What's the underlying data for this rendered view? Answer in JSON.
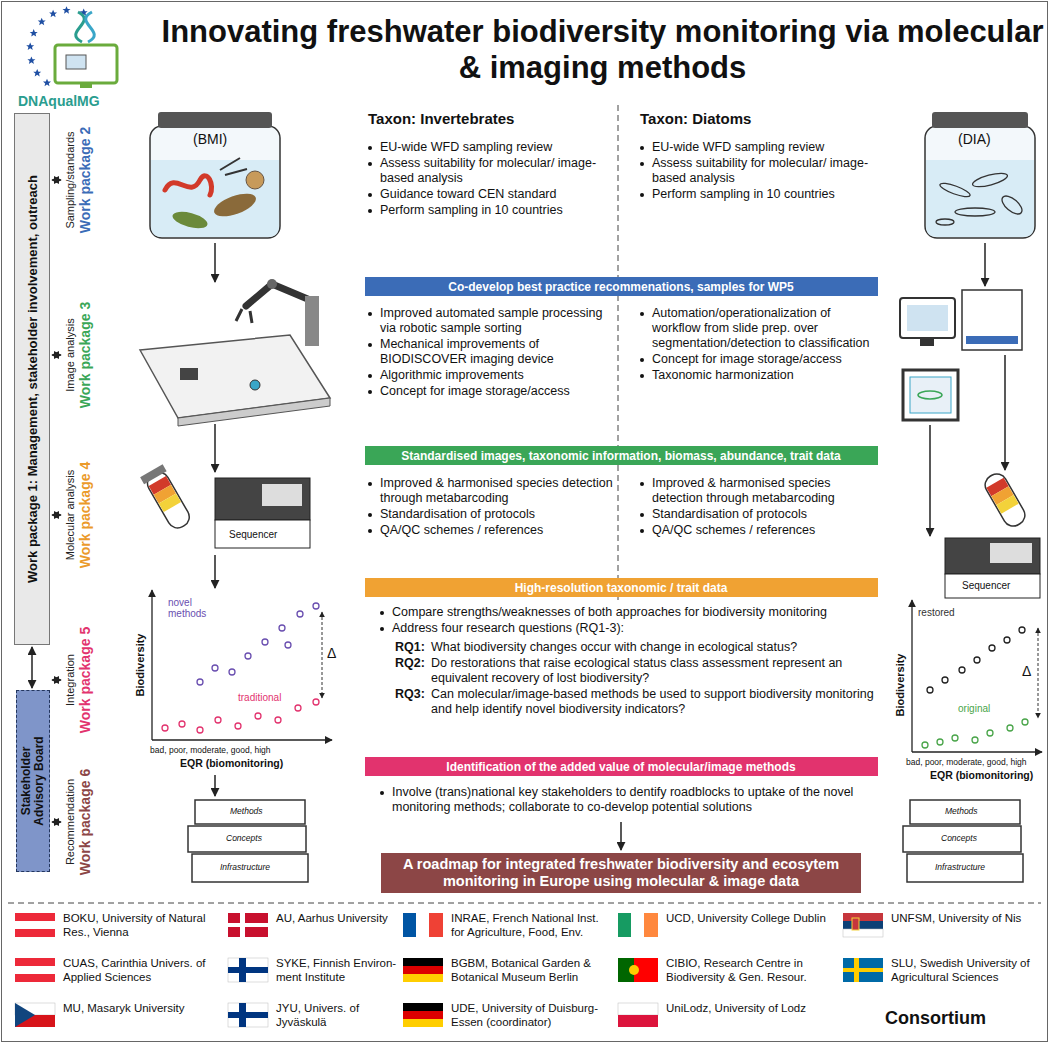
{
  "diagram": {
    "title": "Innovating freshwater biodiversity monitoring via molecular & imaging methods",
    "nodes": [
      {
        "text": [
          "Work package 1: Management, stakeholder involvement, outreach"
        ]
      },
      {
        "text": [
          "Stakeholder Advisory Board"
        ]
      },
      {
        "text": [
          "Co-develop best practice recommenations, samples for WP5"
        ]
      },
      {
        "text": [
          "Standardised images, taxonomic information, biomass, abundance, trait data"
        ]
      },
      {
        "text": [
          "High-resolution taxonomic / trait data"
        ]
      },
      {
        "text": [
          "Identification of the added value of molecular/image methods"
        ]
      },
      {
        "text": [
          "A roadmap for integrated freshwater biodiversity and ecosytem monitoring in Europe using molecular & image data"
        ]
      }
    ],
    "edges": [
      {
        "from": 0,
        "to": 1,
        "arrow": "both"
      }
    ],
    "labels": [
      "DNAqualMG",
      "Sampling/standards",
      "Work package 2",
      "Image analysis",
      "Work package 3",
      "Molecular analysis",
      "Work package 4",
      "Integration",
      "Work package 5",
      "Recommendation",
      "Work package 6",
      "(BMI)",
      "(DIA)",
      "Taxon: Invertebrates",
      "Taxon: Diatoms",
      "EU-wide WFD sampling review",
      "Assess suitability for molecular/ image-based analysis",
      "Guidance toward CEN standard",
      "Perform sampling in 10 countries",
      "EU-wide WFD sampling review",
      "Assess suitability for molecular/ image-based analysis",
      "Perform sampling in 10 countries",
      "Improved automated sample processing via robotic sample sorting",
      "Mechanical improvements of BIODISCOVER imaging device",
      "Algorithmic improvements",
      "Concept for image storage/access",
      "Automation/operationalization of workflow from slide prep. over segmentation/detection to classification",
      "Concept for image storage/access",
      "Taxonomic harmonization",
      "Sequencer",
      "Sequencer",
      "Improved & harmonised species detection through metabarcoding",
      "Standardisation of protocols",
      "QA/QC schemes / references",
      "Improved & harmonised species detection through metabarcoding",
      "Standardisation of protocols",
      "QA/QC schemes / references",
      "novel methods",
      "traditional",
      "Δ",
      "Biodiversity",
      "bad, poor, moderate, good, high",
      "EQR (biomonitoring)",
      "Compare strengths/weaknesses of both approaches for biodiversity monitoring",
      "Address four research questions (RQ1-3):",
      "RQ1:",
      "What biodiversity changes occur with change in ecological status?",
      "RQ2:",
      "Do restorations that raise ecological status class assessment represent an equivalent recovery of lost biodiversity?",
      "RQ3:",
      "Can molecular/image-based methods be used to support biodiversity monitoring and help identify novel biodiversity indicators?",
      "restored",
      "original",
      "Δ",
      "Biodiversity",
      "bad, poor, moderate, good, high",
      "EQR (biomonitoring)",
      "Involve (trans)national key stakeholders to dentify roadblocks to uptake of the novel monitoring methods; collaborate to co-develop potential solutions",
      "Methods",
      "Concepts",
      "Infrastructure",
      "Methods",
      "Concepts",
      "Infrastructure",
      "BOKU, University of Natural Res., Vienna",
      "AU, Aarhus University",
      "INRAE, French National Inst. for Agriculture, Food, Env.",
      "UCD, University College Dublin",
      "UNFSM, University of Nis",
      "CUAS, Carinthia Univers. of Applied Sciences",
      "SYKE, Finnish Environ- ment Institute",
      "BGBM, Botanical Garden & Botanical Museum Berlin",
      "CIBIO, Research Centre in Biodiversity & Gen. Resour.",
      "SLU, Swedish University of Agricultural Sciences",
      "MU, Masaryk University",
      "JYU, Univers. of Jyväskulä",
      "UDE, University of Duisburg-Essen (coordinator)",
      "UniLodz, University of Lodz",
      "Consortium"
    ]
  }
}
